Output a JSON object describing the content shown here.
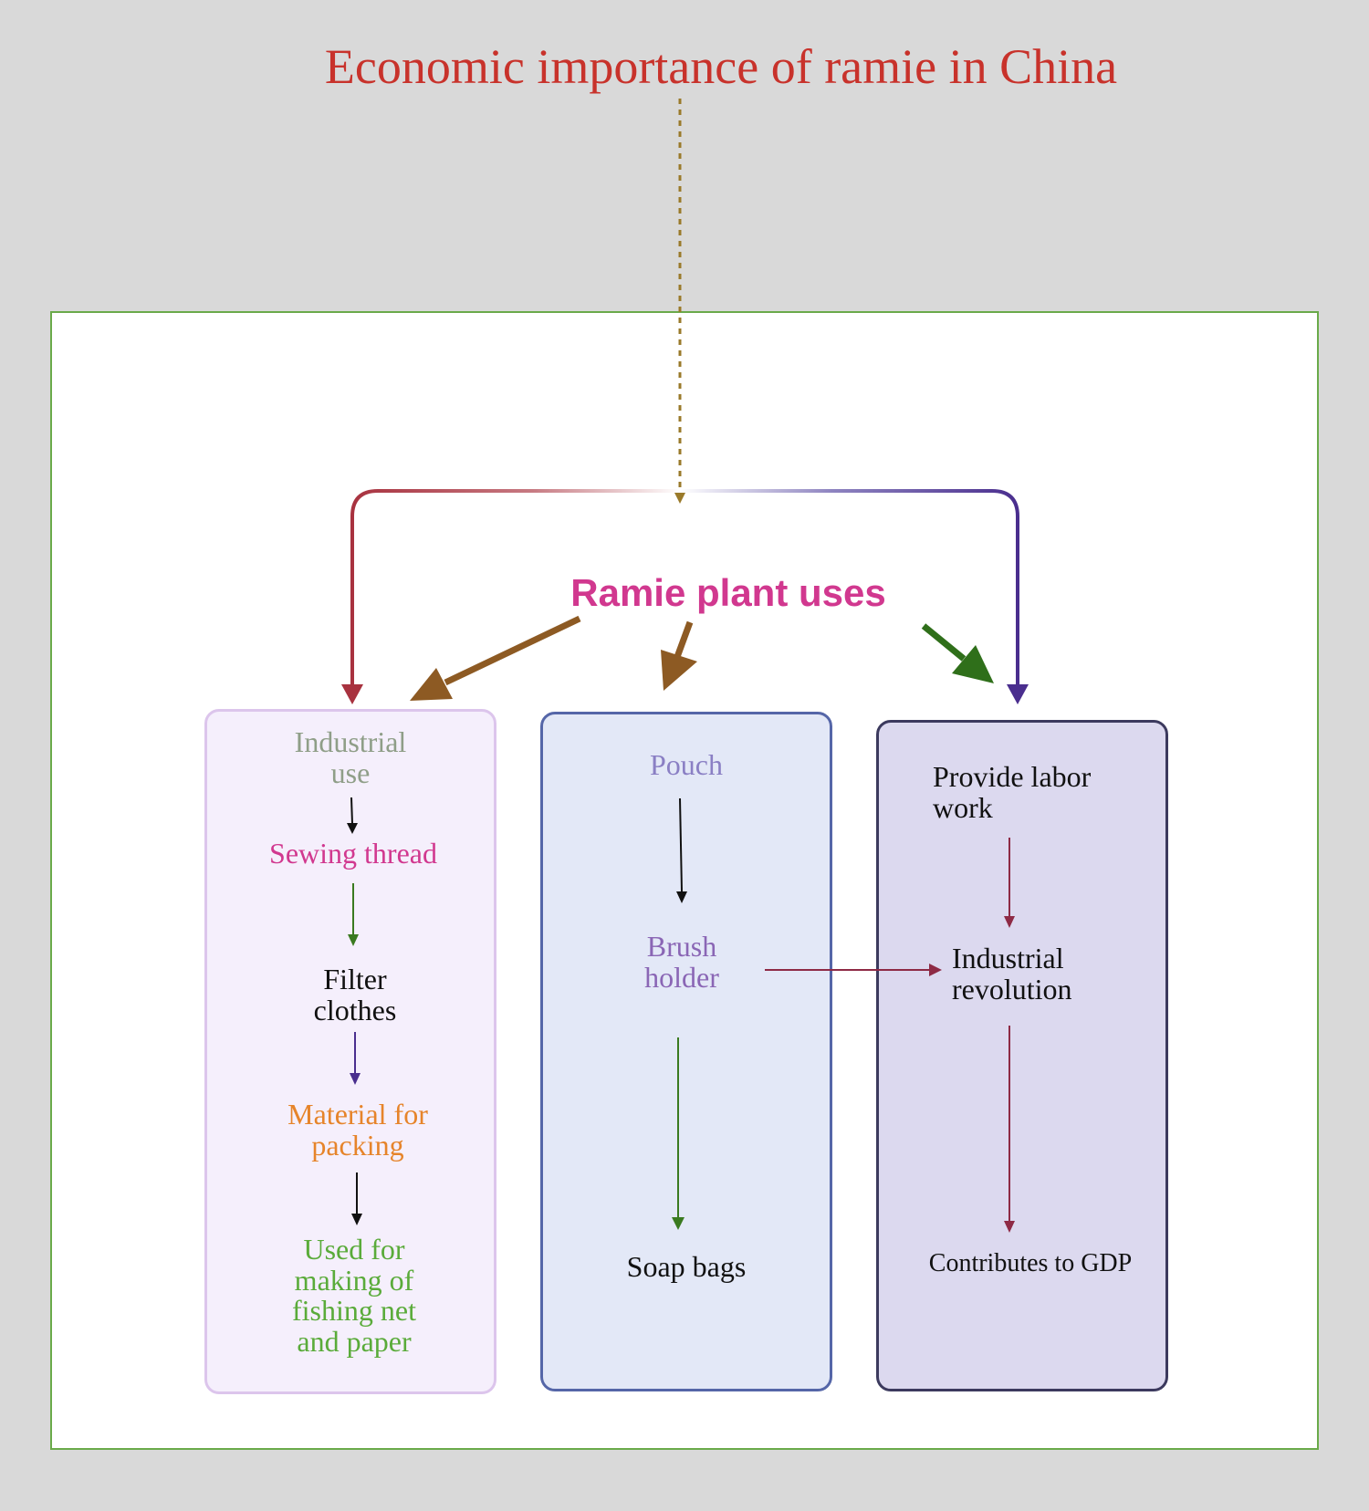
{
  "title": "Economic importance of ramie in China",
  "hub": "Ramie plant uses",
  "columns": [
    {
      "nodes": [
        {
          "text": "Industrial\nuse",
          "color": "#8f9e88"
        },
        {
          "text": "Sewing thread",
          "color": "#d1388f"
        },
        {
          "text": "Filter\nclothes",
          "color": "#111111"
        },
        {
          "text": "Material for\npacking",
          "color": "#e6842a"
        },
        {
          "text": "Used for\nmaking of\nfishing net\nand paper",
          "color": "#5aab3a"
        }
      ]
    },
    {
      "nodes": [
        {
          "text": "Pouch",
          "color": "#8a7fc4"
        },
        {
          "text": "Brush\nholder",
          "color": "#8a66b5"
        },
        {
          "text": "Soap bags",
          "color": "#111111"
        }
      ]
    },
    {
      "nodes": [
        {
          "text": "Provide labor\nwork",
          "color": "#111111"
        },
        {
          "text": "Industrial\nrevolution",
          "color": "#111111"
        },
        {
          "text": "Contributes to GDP",
          "color": "#111111"
        }
      ]
    }
  ],
  "colors": {
    "background": "#d9d9d9",
    "title": "#c8322b",
    "hub": "#d1388f",
    "frame_border": "#6aaa4a",
    "dotted_connector": "#9a7a2a",
    "branch_left": "#a8323f",
    "branch_right": "#4a2e8e",
    "hub_arrow_brown": "#8d5a23",
    "hub_arrow_green": "#2f6f1a",
    "inner_arrow_maroon": "#8e2a45"
  }
}
